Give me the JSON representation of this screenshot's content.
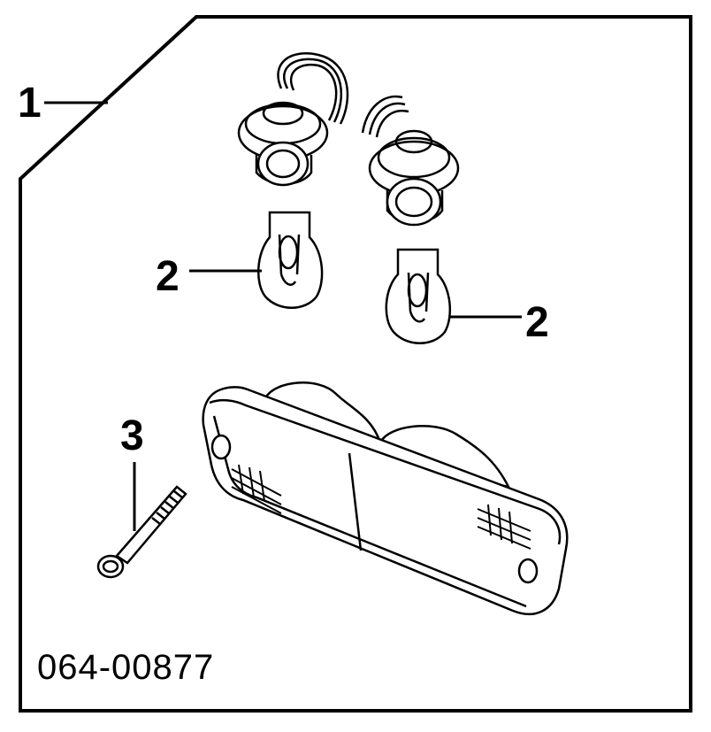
{
  "callouts": {
    "assembly": "1",
    "bulb_left": "2",
    "bulb_right": "2",
    "screw": "3"
  },
  "diagram_code": "064-00877",
  "colors": {
    "line": "#000000",
    "background": "#ffffff"
  }
}
